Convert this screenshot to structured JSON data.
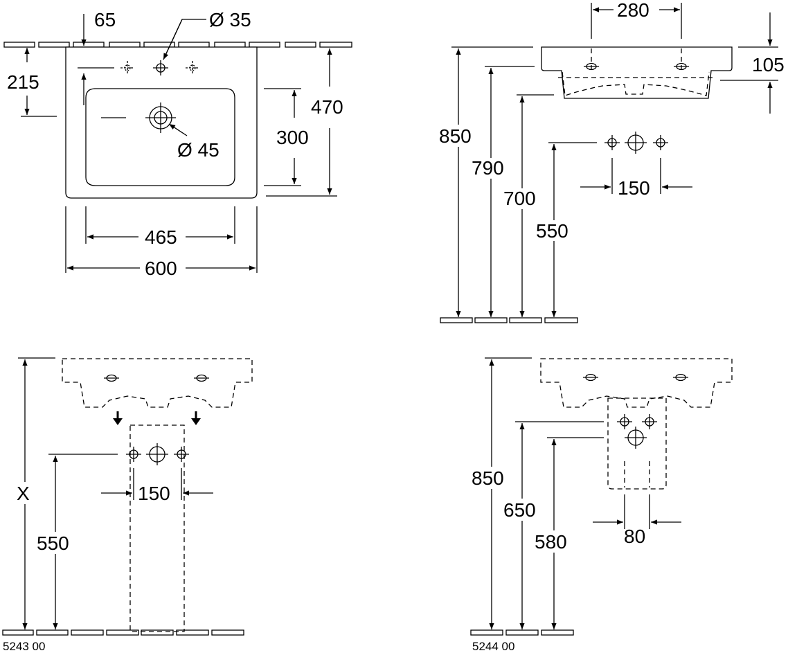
{
  "dims": {
    "d65": "65",
    "d35": "Ø 35",
    "d215": "215",
    "d470": "470",
    "d300": "300",
    "d45": "Ø 45",
    "d465": "465",
    "d600": "600",
    "d280": "280",
    "d105": "105",
    "d850a": "850",
    "d790": "790",
    "d700": "700",
    "d550a": "550",
    "d150a": "150",
    "dX": "X",
    "d550b": "550",
    "d150b": "150",
    "d850b": "850",
    "d650": "650",
    "d580": "580",
    "d80": "80"
  },
  "codes": {
    "left": "5243 00",
    "right": "5244 00"
  }
}
